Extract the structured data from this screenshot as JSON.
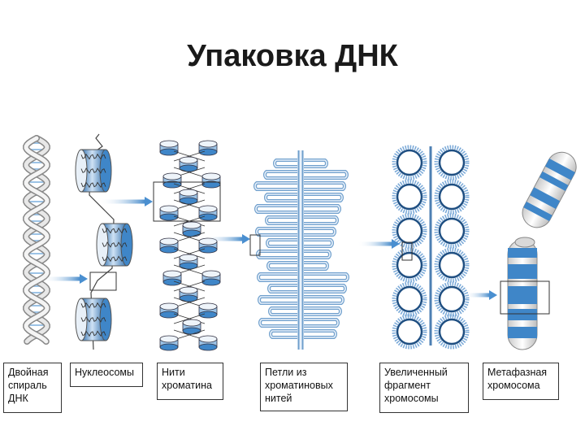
{
  "title": "Упаковка ДНК",
  "colors": {
    "blue": "#3f86c8",
    "light_blue": "#9cc3e6",
    "pale": "#dbe8f4",
    "arrow": "#4a8fd0",
    "outline": "#555555"
  },
  "stages": [
    {
      "caption": "Двойная\nспираль\nДНК"
    },
    {
      "caption": "Нуклеосомы"
    },
    {
      "caption": "Нити\nхроматина"
    },
    {
      "caption": "Петли из\nхроматиновых\nнитей"
    },
    {
      "caption": "Увеличенный\nфрагмент\nхромосомы"
    },
    {
      "caption": "Метафазная\nхромосома"
    }
  ]
}
